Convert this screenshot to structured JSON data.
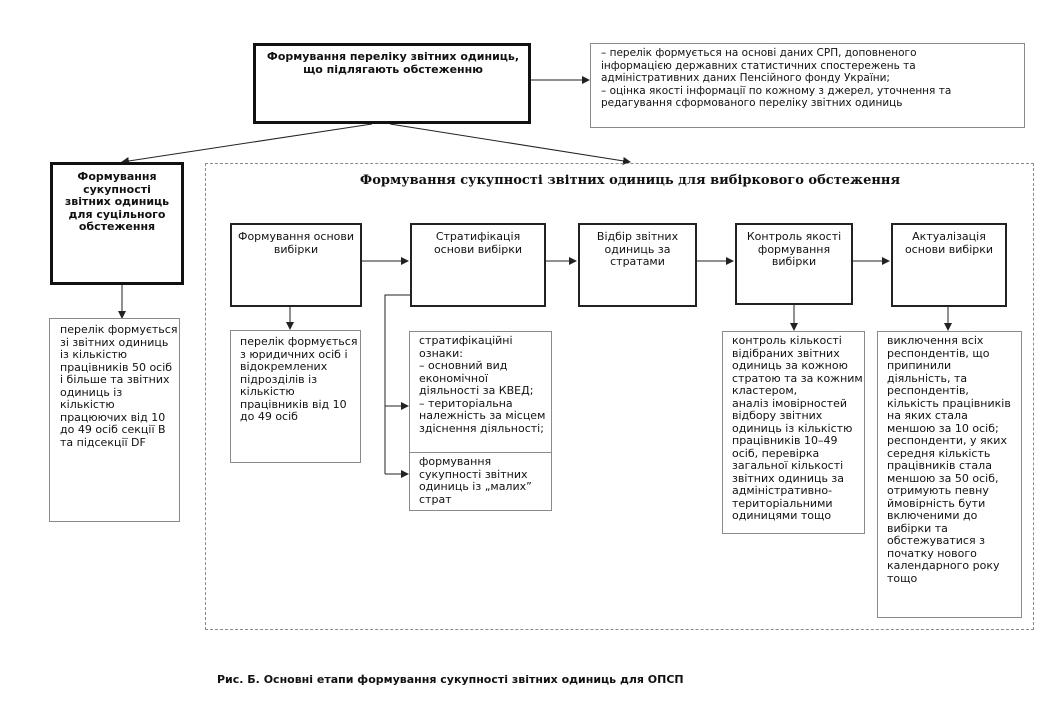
{
  "top": {
    "title": "Формування переліку звітних одиниць,\nщо підлягають обстеженню",
    "note": "– перелік формується на основі даних СРП, доповненого\nінформацією державних статистичних спостережень та\nадміністративних даних Пенсійного фонду України;\n– оцінка якості інформації по кожному з джерел, уточнення та\nредагування сформованого переліку звітних одиниць"
  },
  "census": {
    "title": "Формування\nсукупності\nзвітних одиниць\nдля суцільного\nобстеження",
    "note": "перелік формується\nзі звітних одиниць\nіз кількістю\nпрацівників 50 осіб\nі більше та звітних\nодиниць  із\nкількістю\nпрацюючих від 10\nдо 49 осіб секції B\nта підсекції DF"
  },
  "sample": {
    "title": "Формування сукупності звітних одиниць для вибіркового обстеження",
    "steps": [
      "Формування основи\nвибірки",
      "Стратифікація\nоснови вибірки",
      "Відбір звітних\nодиниць за\nстратами",
      "Контроль якості\nформування\nвибірки",
      "Актуалізація\nоснови вибірки"
    ],
    "notes": {
      "frame": "перелік формується\nз юридичних осіб і\nвідокремлених\nпідрозділів із\nкількістю\nпрацівників від 10\nдо 49 осіб",
      "strat_features": "стратифікаційні\nознаки:\n– основний вид\nекономічної\nдіяльності за КВЕД;\n– територіальна\nналежність за місцем\nздіснення діяльності;",
      "strat_small": "формування\nсукупності звітних\nодиниць із „малих”\nстрат",
      "quality": "контроль кількості\nвідібраних звітних\nодиниць за кожною\nстратою та за кожним\nкластером,\nаналіз імовірностей\nвідбору звітних\nодиниць із кількістю\nпрацівників 10–49\nосіб, перевірка\nзагальної кількості\nзвітних одиниць  за\nадміністративно-\nтериторіальними\nодиницями тощо",
      "update": "виключення всіх\nреспондентів, що\nприпинили\nдіяльність, та\nреспондентів,\nкількість працівників\nна яких стала\nменшою за 10 осіб;\nреспонденти, у яких\nсередня кількість\nпрацівників стала\nменшою за 50 осіб,\nотримують певну\nймовірність бути\nвключеними до\nвибірки та\nобстежуватися з\nпочатку нового\nкалендарного року\nтощо"
    }
  },
  "caption": "Рис. Б. Основні етапи формування сукупності звітних одиниць для ОПСП"
}
